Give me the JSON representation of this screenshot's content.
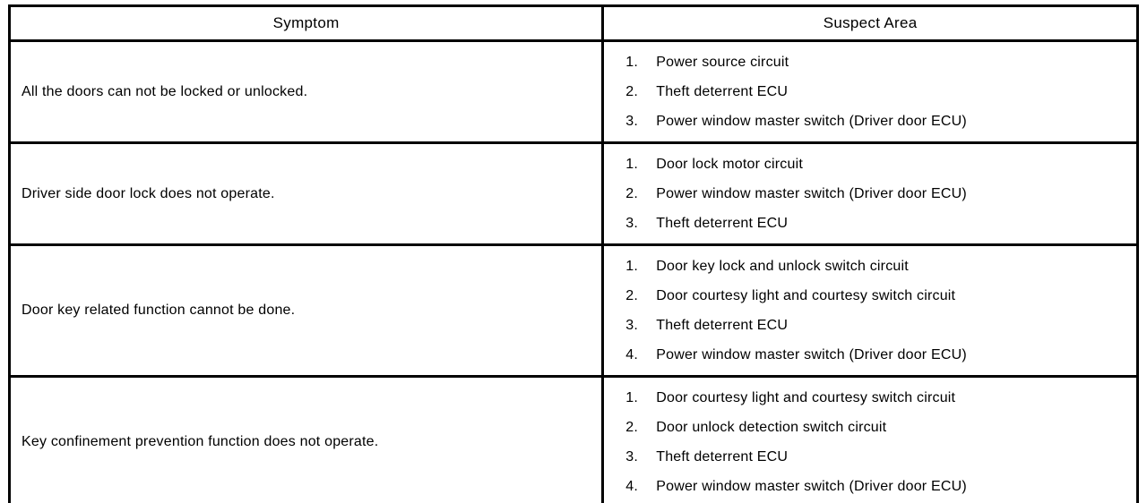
{
  "table": {
    "columns": [
      {
        "label": "Symptom"
      },
      {
        "label": "Suspect Area"
      }
    ],
    "rows": [
      {
        "symptom": "All the doors can not be locked or unlocked.",
        "suspect_areas": [
          "Power source circuit",
          "Theft deterrent ECU",
          "Power window master switch (Driver door ECU)"
        ]
      },
      {
        "symptom": "Driver side door lock does not operate.",
        "suspect_areas": [
          "Door lock motor circuit",
          "Power window master switch (Driver door ECU)",
          "Theft deterrent ECU"
        ]
      },
      {
        "symptom": "Door key related function cannot be done.",
        "suspect_areas": [
          "Door key lock and unlock switch circuit",
          "Door courtesy light and courtesy switch circuit",
          "Theft deterrent ECU",
          "Power window master switch (Driver door ECU)"
        ]
      },
      {
        "symptom": "Key confinement prevention function does not operate.",
        "suspect_areas": [
          "Door courtesy light and courtesy switch circuit",
          "Door unlock detection switch circuit",
          "Theft deterrent ECU",
          "Power window master switch (Driver door ECU)"
        ]
      }
    ]
  }
}
